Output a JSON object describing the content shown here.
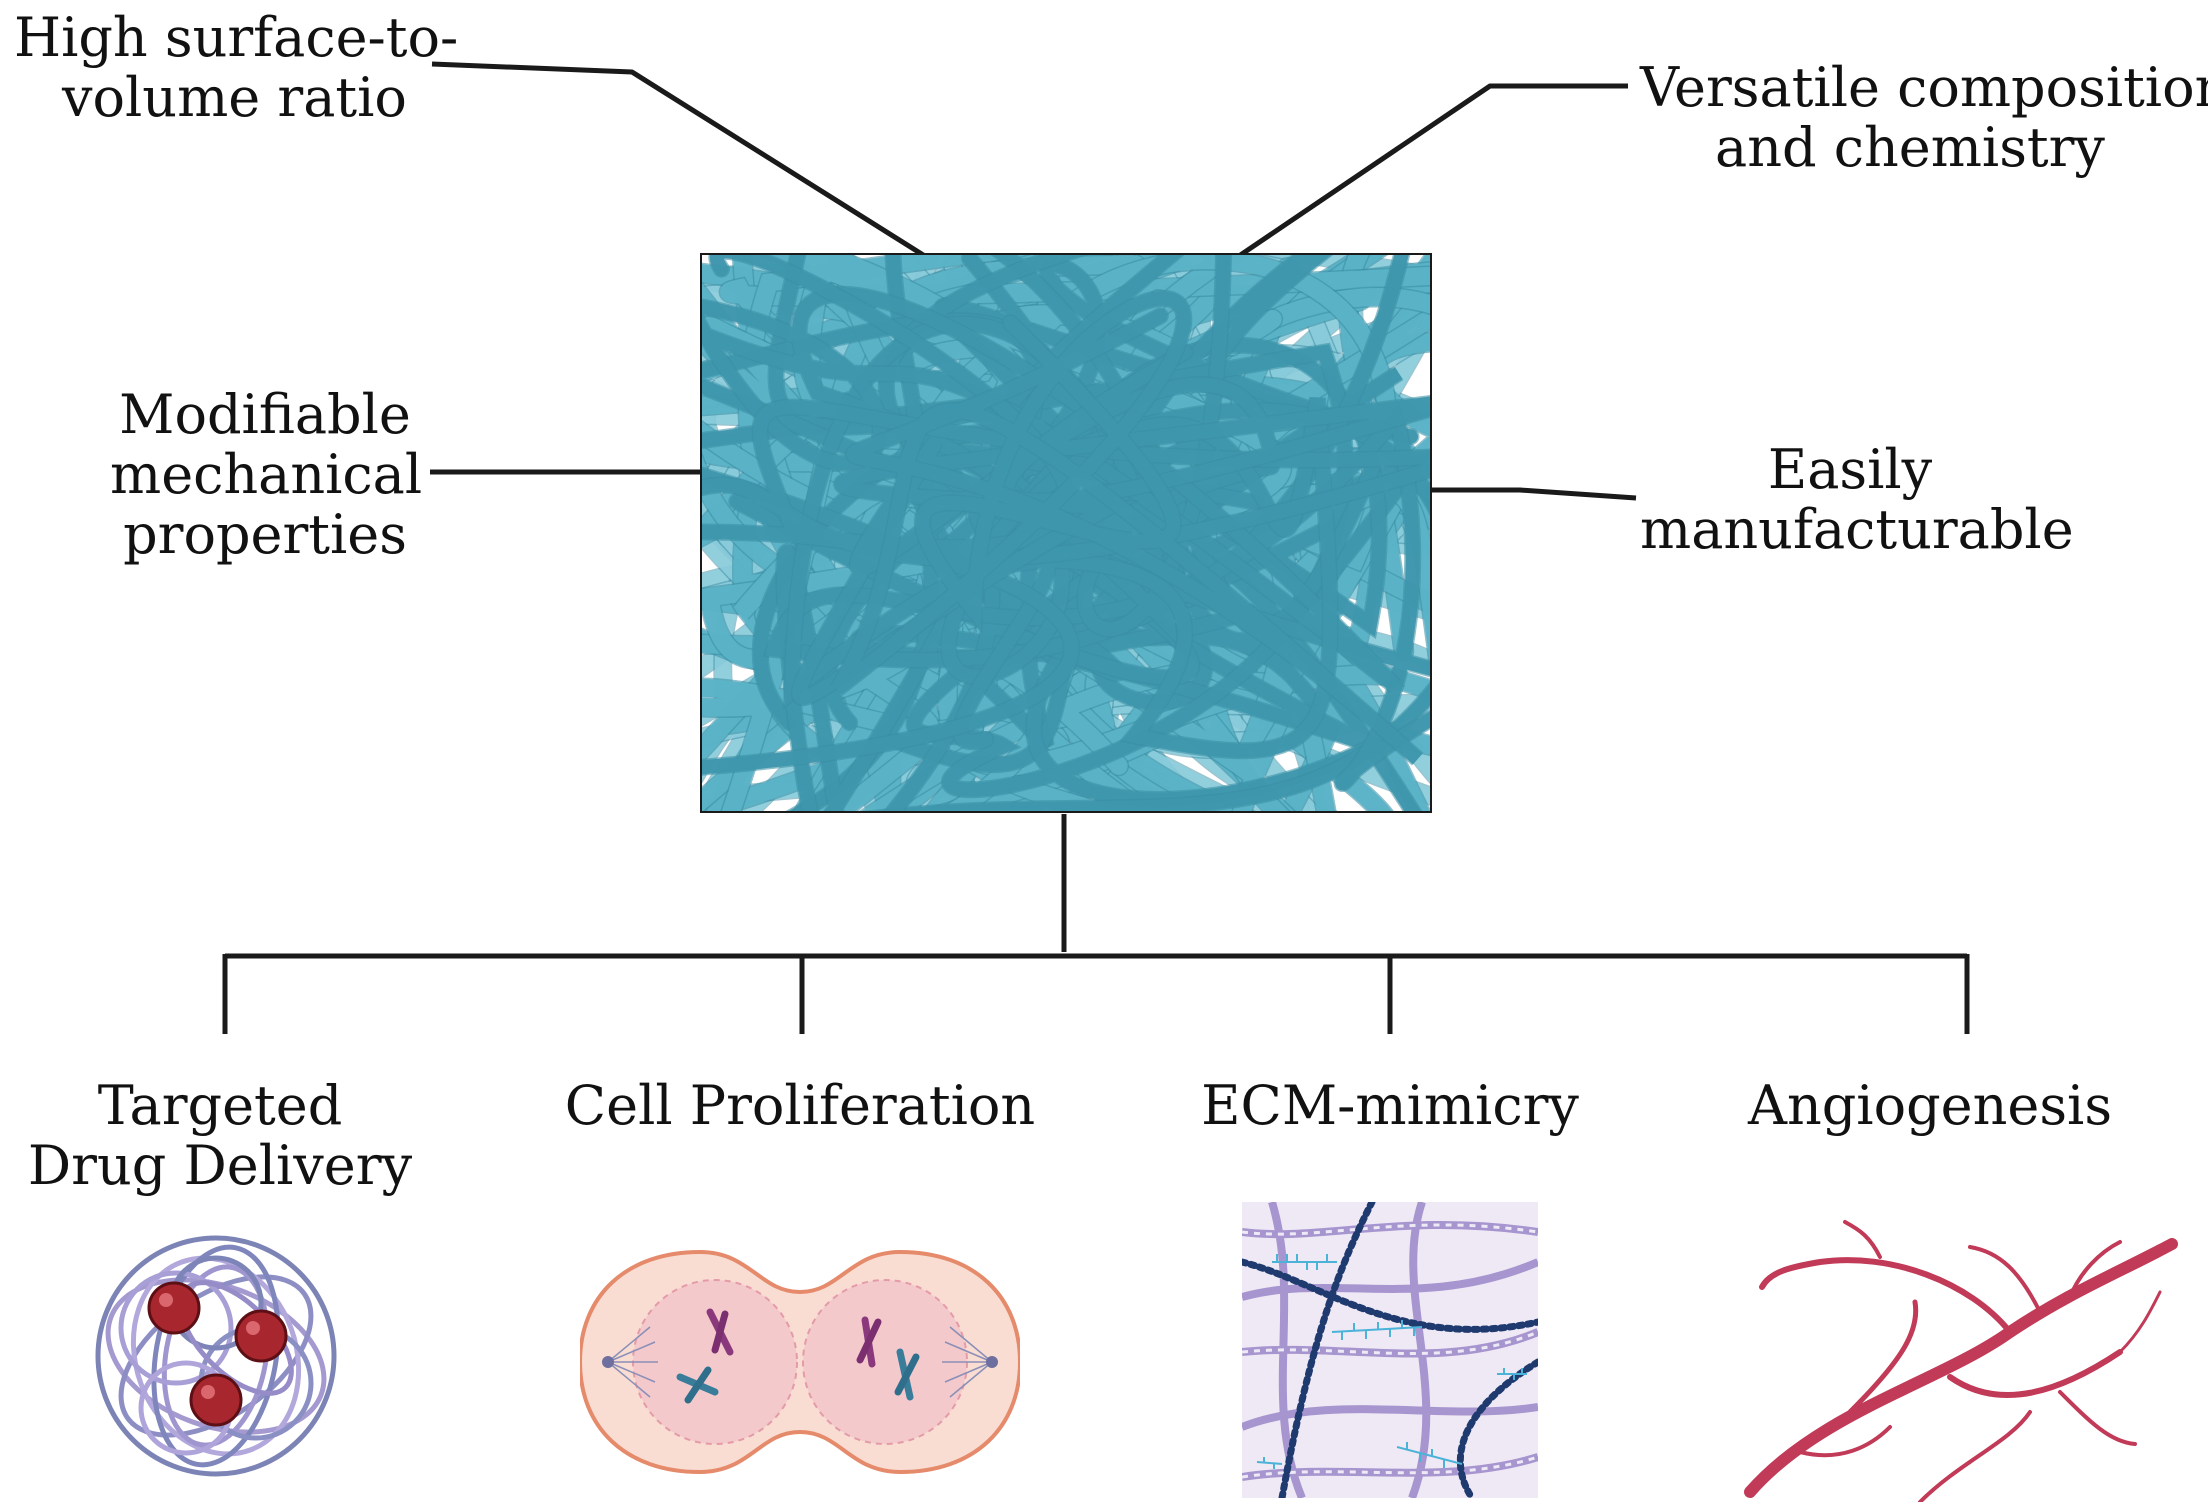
{
  "properties": {
    "top_left": [
      "High surface-to-",
      "volume ratio"
    ],
    "top_right": [
      "Versatile composition",
      "and chemistry"
    ],
    "mid_left": [
      "Modifiable",
      "mechanical",
      "properties"
    ],
    "mid_right": [
      "Easily",
      "manufacturable"
    ]
  },
  "applications": [
    {
      "lines": [
        "Targeted",
        "Drug Delivery"
      ],
      "icon": "drug-delivery-icon"
    },
    {
      "lines": [
        "Cell Proliferation"
      ],
      "icon": "cell-division-icon"
    },
    {
      "lines": [
        "ECM-mimicry"
      ],
      "icon": "ecm-network-icon"
    },
    {
      "lines": [
        "Angiogenesis"
      ],
      "icon": "blood-vessel-icon"
    }
  ],
  "colors": {
    "fiber": "#5bb3c7",
    "fiber_dark": "#3e97ad",
    "fiber_light": "#8fd0df",
    "line": "#1a1a1a",
    "nanoparticle": "#a8262e",
    "cell_fill": "#f9ddd3",
    "cell_border": "#e58a6a",
    "vessel": "#c13a57"
  }
}
